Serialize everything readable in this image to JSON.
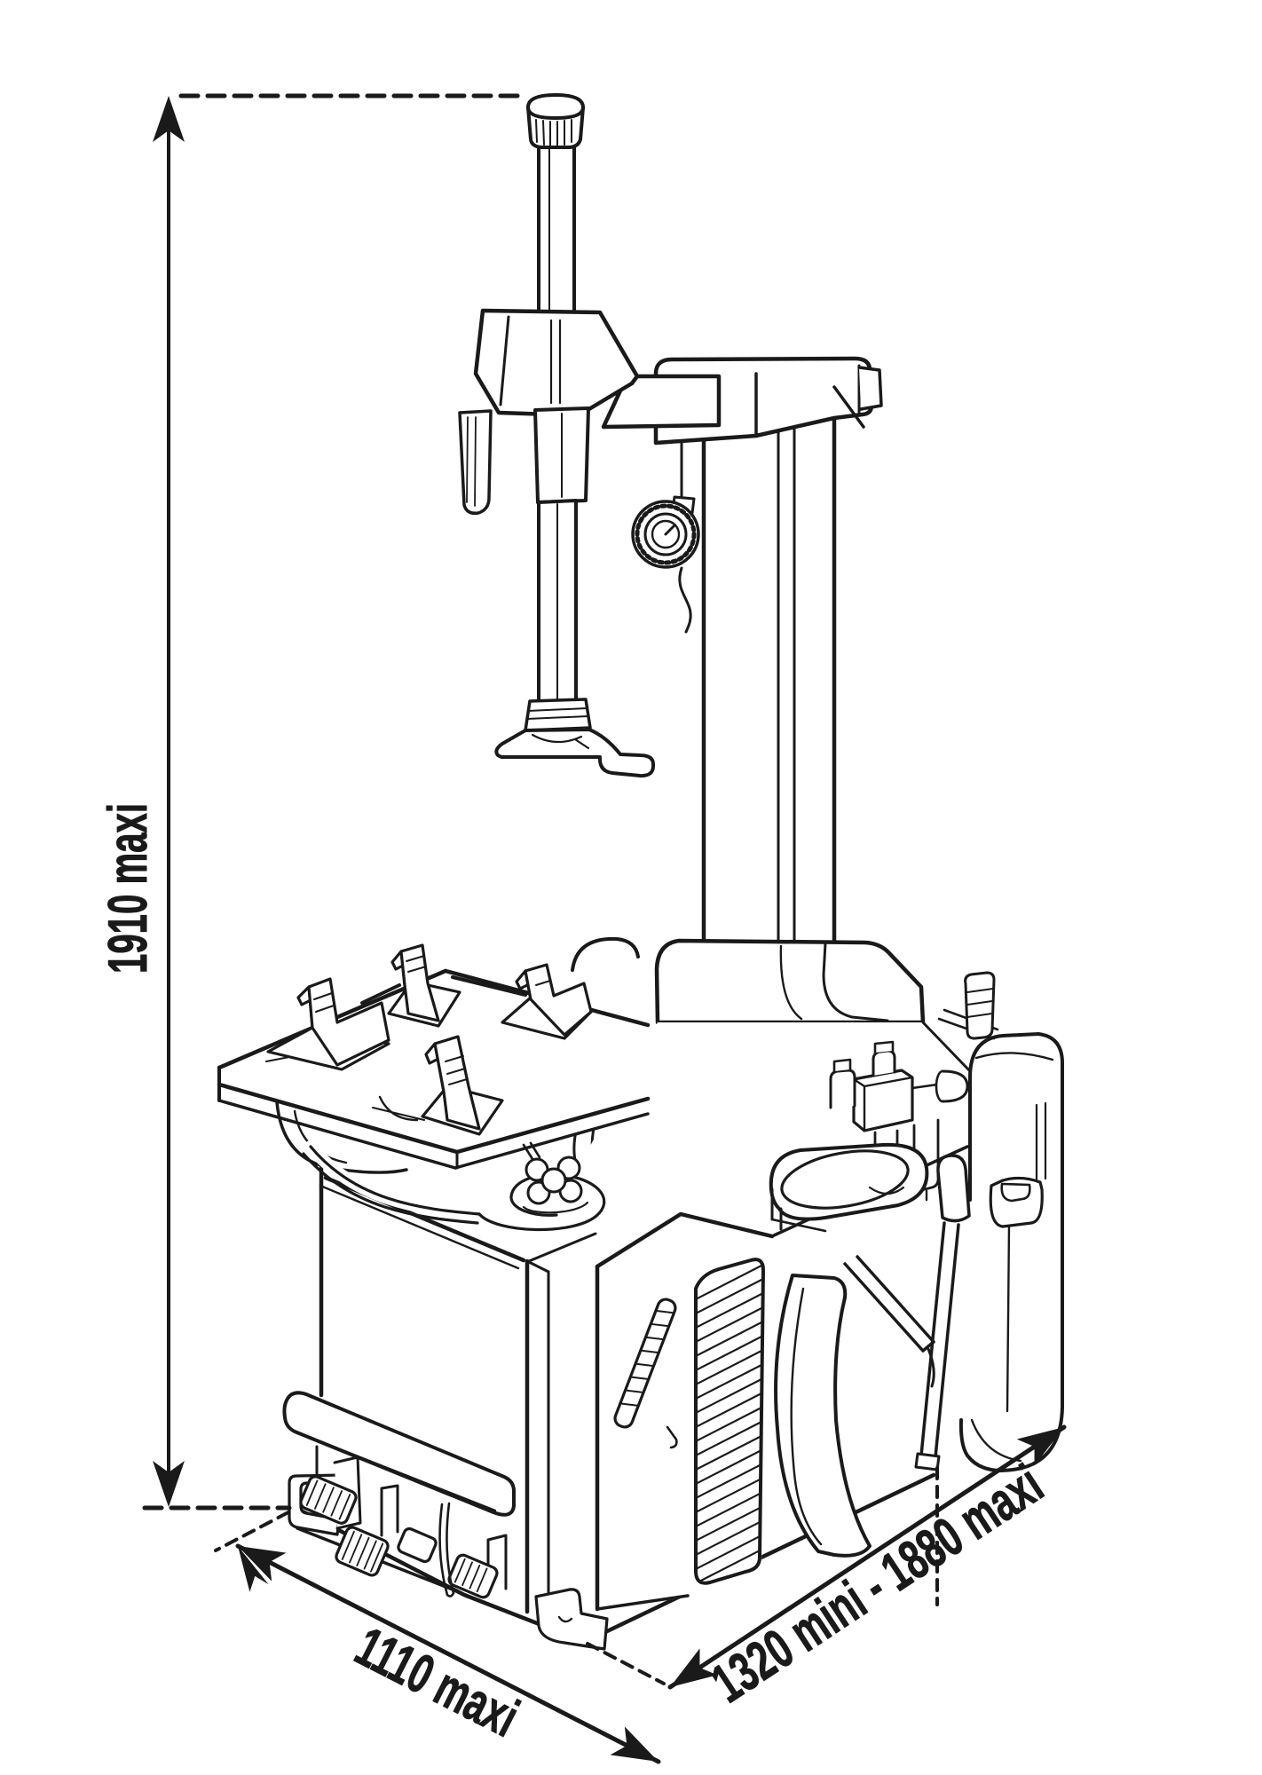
{
  "diagram": {
    "type": "technical-dimension-drawing",
    "subject": "tire changer machine - isometric outline drawing with overall dimensions",
    "labels": {
      "height": "1910 maxi",
      "width": "1110 maxi",
      "depth": "1320 mini - 1880 maxi"
    },
    "colors": {
      "line": "#1a1a1a",
      "background": "#ffffff"
    }
  }
}
